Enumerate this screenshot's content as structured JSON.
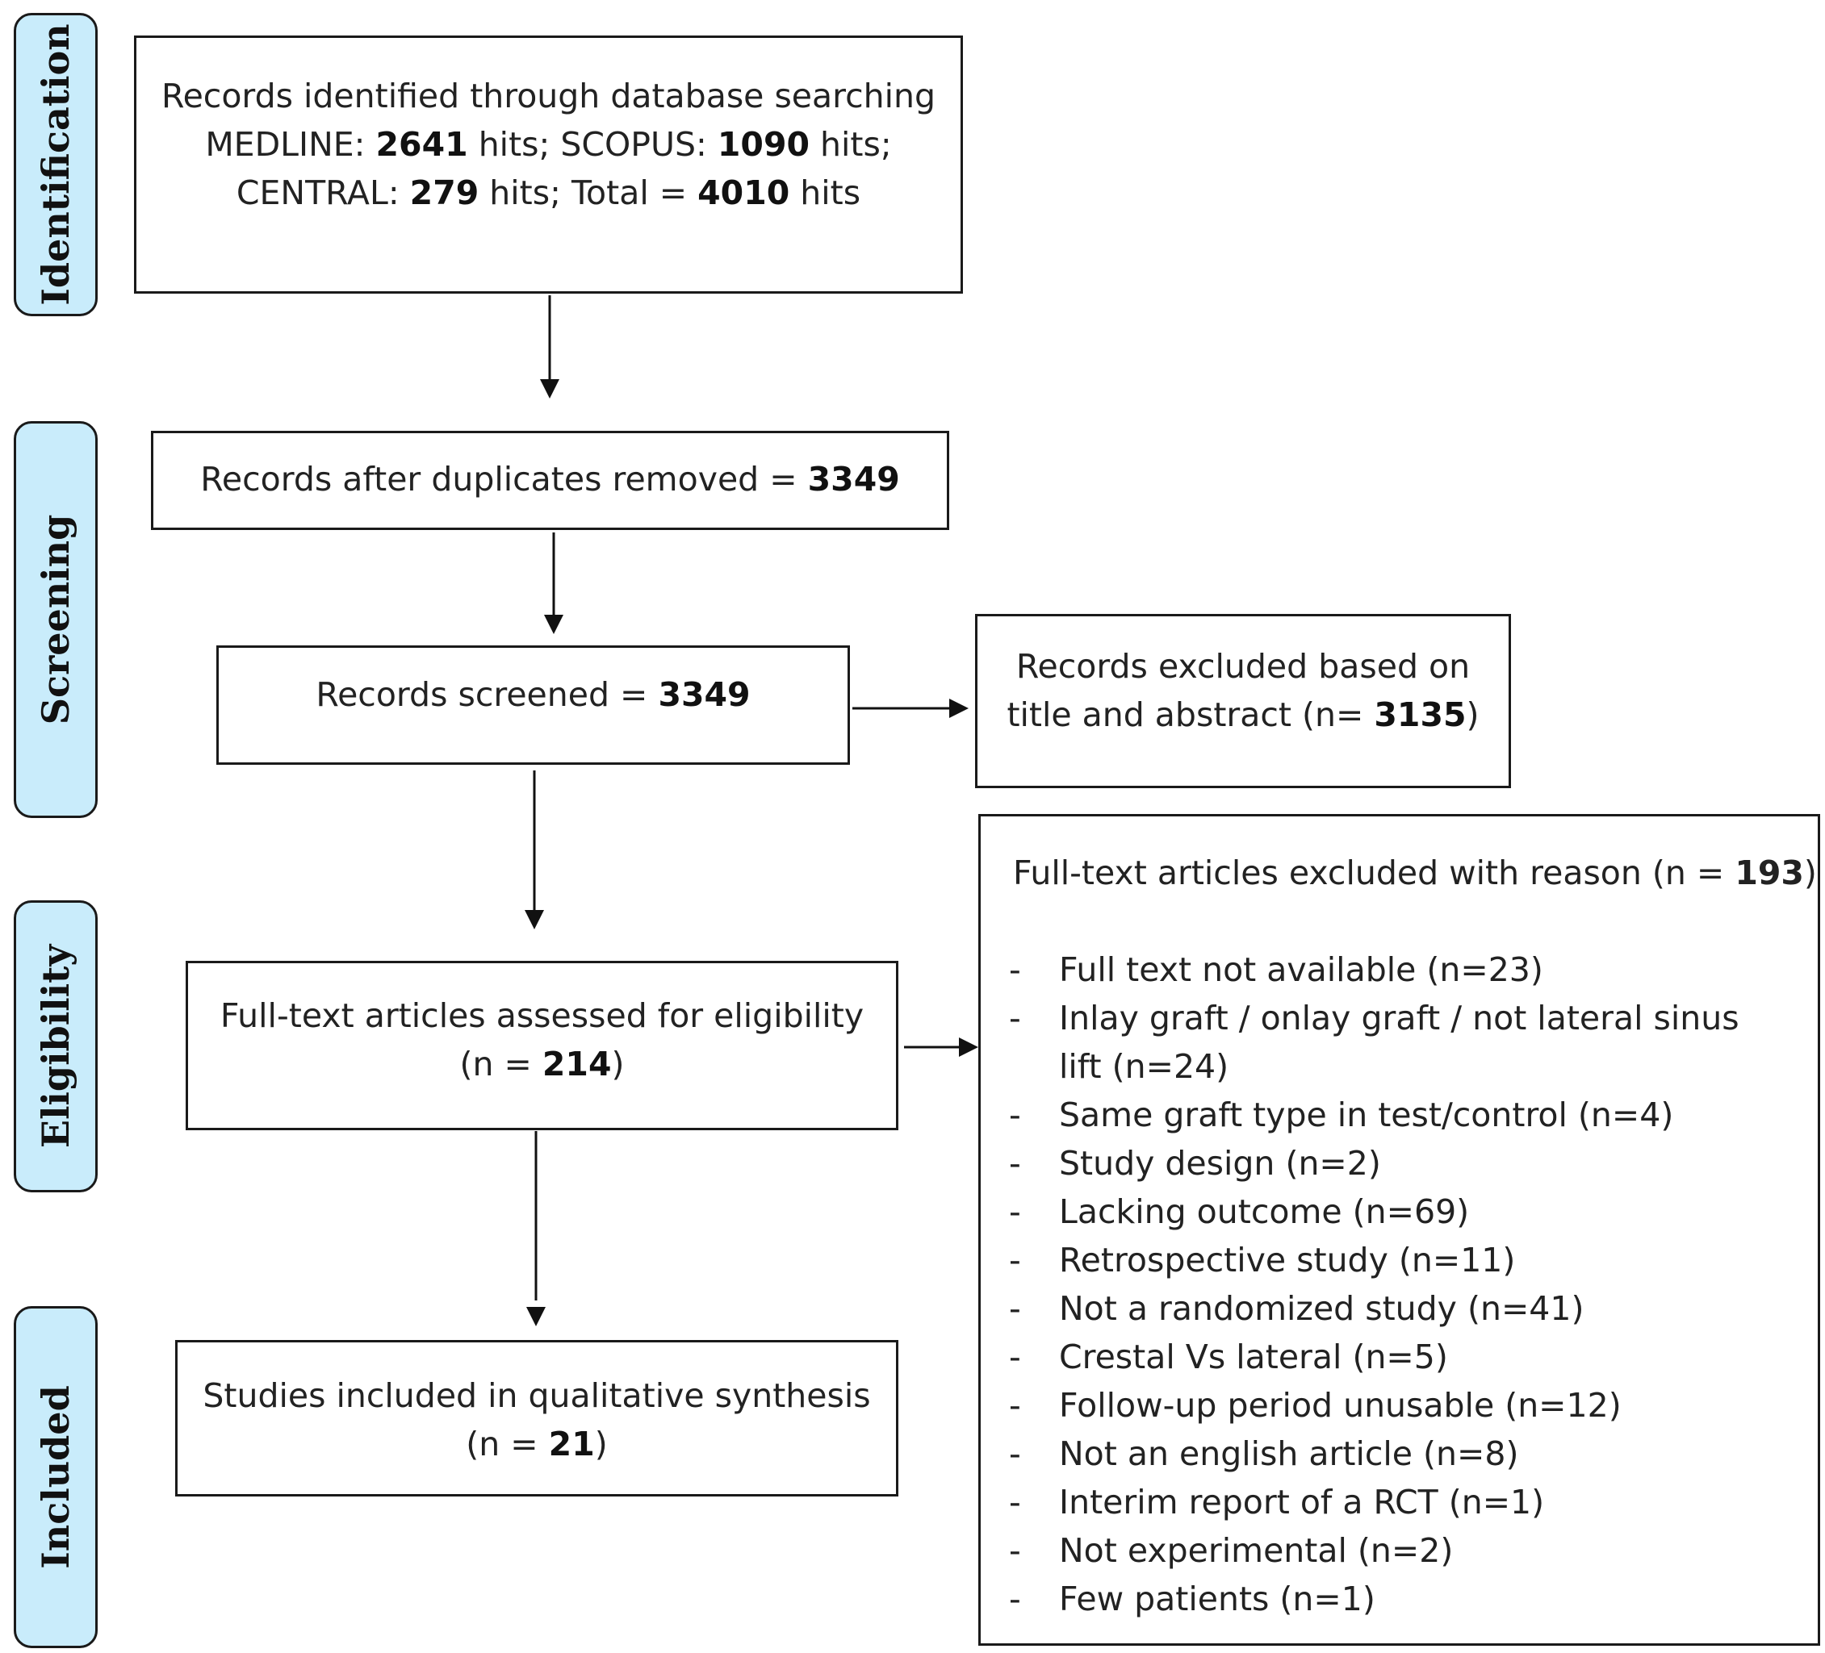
{
  "stages": {
    "identification": "Identification",
    "screening": "Screening",
    "eligibility": "Eligibility",
    "included": "Included"
  },
  "identified": {
    "line1": "Records identified through database searching",
    "medline_label": "MEDLINE: ",
    "medline_n": "2641",
    "medline_unit": " hits; SCOPUS: ",
    "scopus_n": "1090",
    "scopus_unit": " hits;",
    "central_label": "CENTRAL: ",
    "central_n": "279",
    "central_unit": " hits; Total = ",
    "total_n": "4010",
    "total_unit": " hits"
  },
  "duplicates": {
    "label": "Records after duplicates removed = ",
    "n": "3349"
  },
  "screened": {
    "label": "Records screened = ",
    "n": "3349"
  },
  "excluded_ta": {
    "line1": "Records excluded based on",
    "line2_pre": "title and abstract (n= ",
    "n": "3135",
    "line2_post": ")"
  },
  "assessed": {
    "line1": "Full-text articles assessed for eligibility",
    "pre": "(n = ",
    "n": "214",
    "post": ")"
  },
  "included": {
    "line1": "Studies included in qualitative synthesis",
    "pre": "(n = ",
    "n": "21",
    "post": ")"
  },
  "excluded_ft": {
    "head_pre": "Full-text articles excluded with reason (n = ",
    "n": "193",
    "head_post": ")",
    "items": [
      "Full text not available (n=23)",
      "Inlay graft / onlay graft / not lateral sinus lift (n=24)",
      "Same graft type in test/control (n=4)",
      "Study design (n=2)",
      "Lacking outcome (n=69)",
      "Retrospective study (n=11)",
      "Not a randomized study (n=41)",
      "Crestal Vs lateral (n=5)",
      "Follow-up period unusable (n=12)",
      "Not an english article (n=8)",
      "Interim report of a RCT (n=1)",
      "Not experimental (n=2)",
      "Few patients (n=1)"
    ]
  }
}
